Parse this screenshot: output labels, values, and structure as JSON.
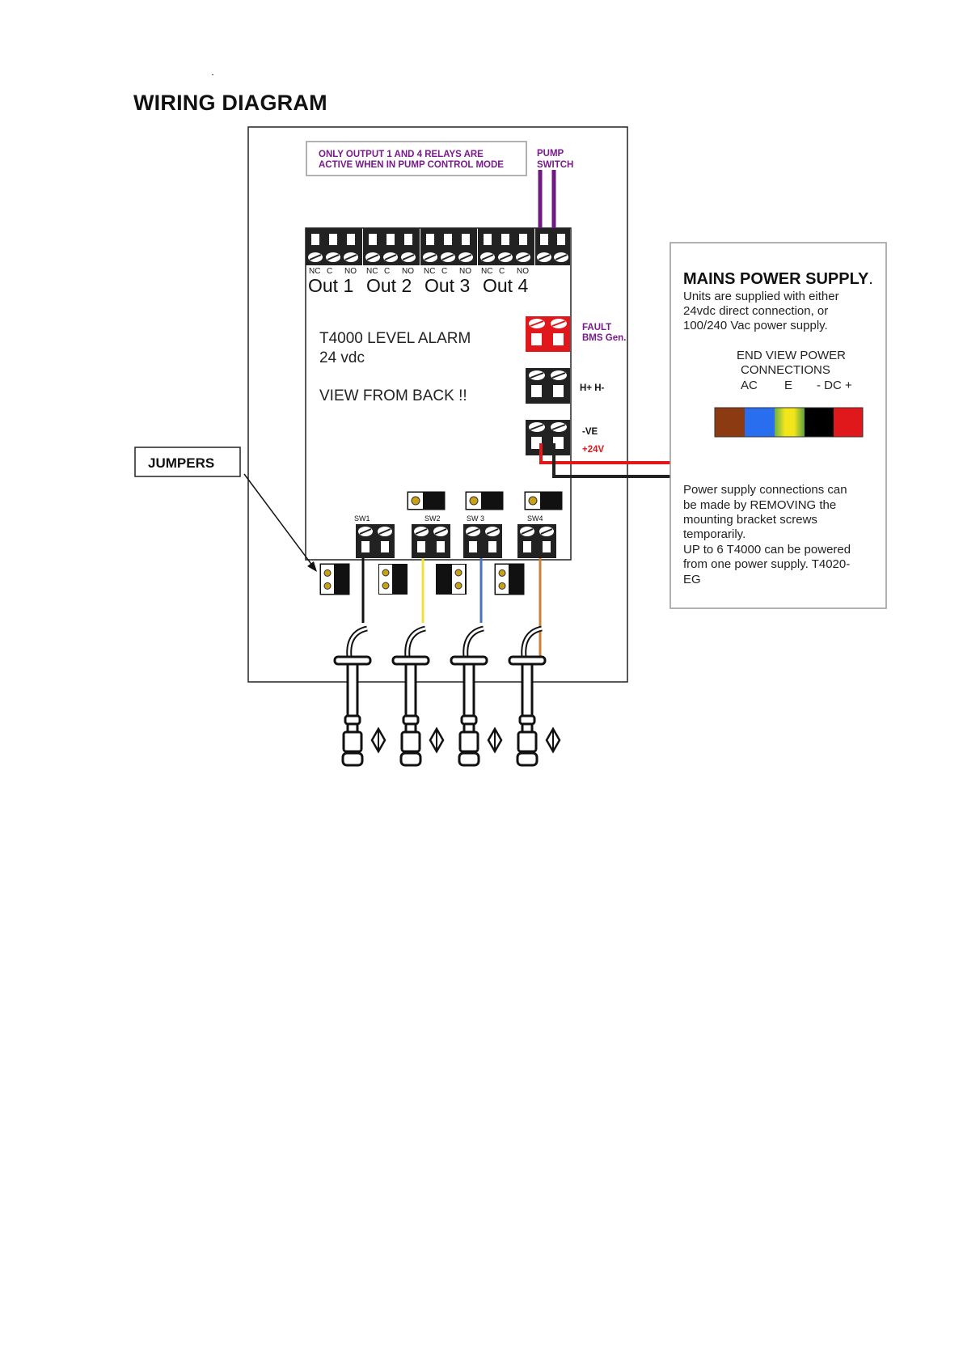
{
  "title": "WIRING DIAGRAM",
  "notice": {
    "line1": "ONLY OUTPUT 1 AND 4 RELAYS ARE",
    "line2": "ACTIVE WHEN IN PUMP CONTROL MODE"
  },
  "pump_switch": {
    "line1": "PUMP",
    "line2": "SWITCH"
  },
  "relay_pin_labels": [
    "NC",
    "C",
    "NO"
  ],
  "outputs": [
    "Out 1",
    "Out 2",
    "Out 3",
    "Out 4"
  ],
  "device": {
    "name": "T4000 LEVEL ALARM",
    "voltage": "24 vdc",
    "view_note": "VIEW FROM BACK !!"
  },
  "fault": {
    "line1": "FAULT",
    "line2": "BMS Gen."
  },
  "h_terminal": "H+ H-",
  "supply_neg": "-VE",
  "supply_pos": "+24V",
  "jumpers_label": "JUMPERS",
  "switches": [
    "SW1",
    "SW2",
    "SW 3",
    "SW4"
  ],
  "mains": {
    "heading": "MAINS POWER SUPPLY",
    "heading_suffix": ".",
    "desc1": "Units are supplied with either",
    "desc2": "24vdc direct connection, or",
    "desc3": "100/240 Vac power supply.",
    "end_view1": "END VIEW POWER",
    "end_view2": "CONNECTIONS",
    "col_ac": "AC",
    "col_e": "E",
    "col_dc": "- DC +",
    "note1": "Power supply connections can",
    "note2": "be made by REMOVING the",
    "note3": "mounting bracket screws",
    "note4": "temporarily.",
    "note5": "UP to 6 T4000 can be powered",
    "note6": "from one power supply. T4020-",
    "note7": "EG"
  },
  "colors": {
    "purple": "#7a1a8c",
    "red": "#e0181b",
    "brown": "#8b3a12",
    "blue": "#2a6ef0",
    "yellow": "#f2e61a",
    "wire_blue": "#4a6fc4",
    "wire_yellow": "#f3df3a",
    "wire_orange": "#c8803a"
  },
  "icons": [
    "float-switch-icon",
    "terminal-block-icon",
    "jumper-icon"
  ]
}
